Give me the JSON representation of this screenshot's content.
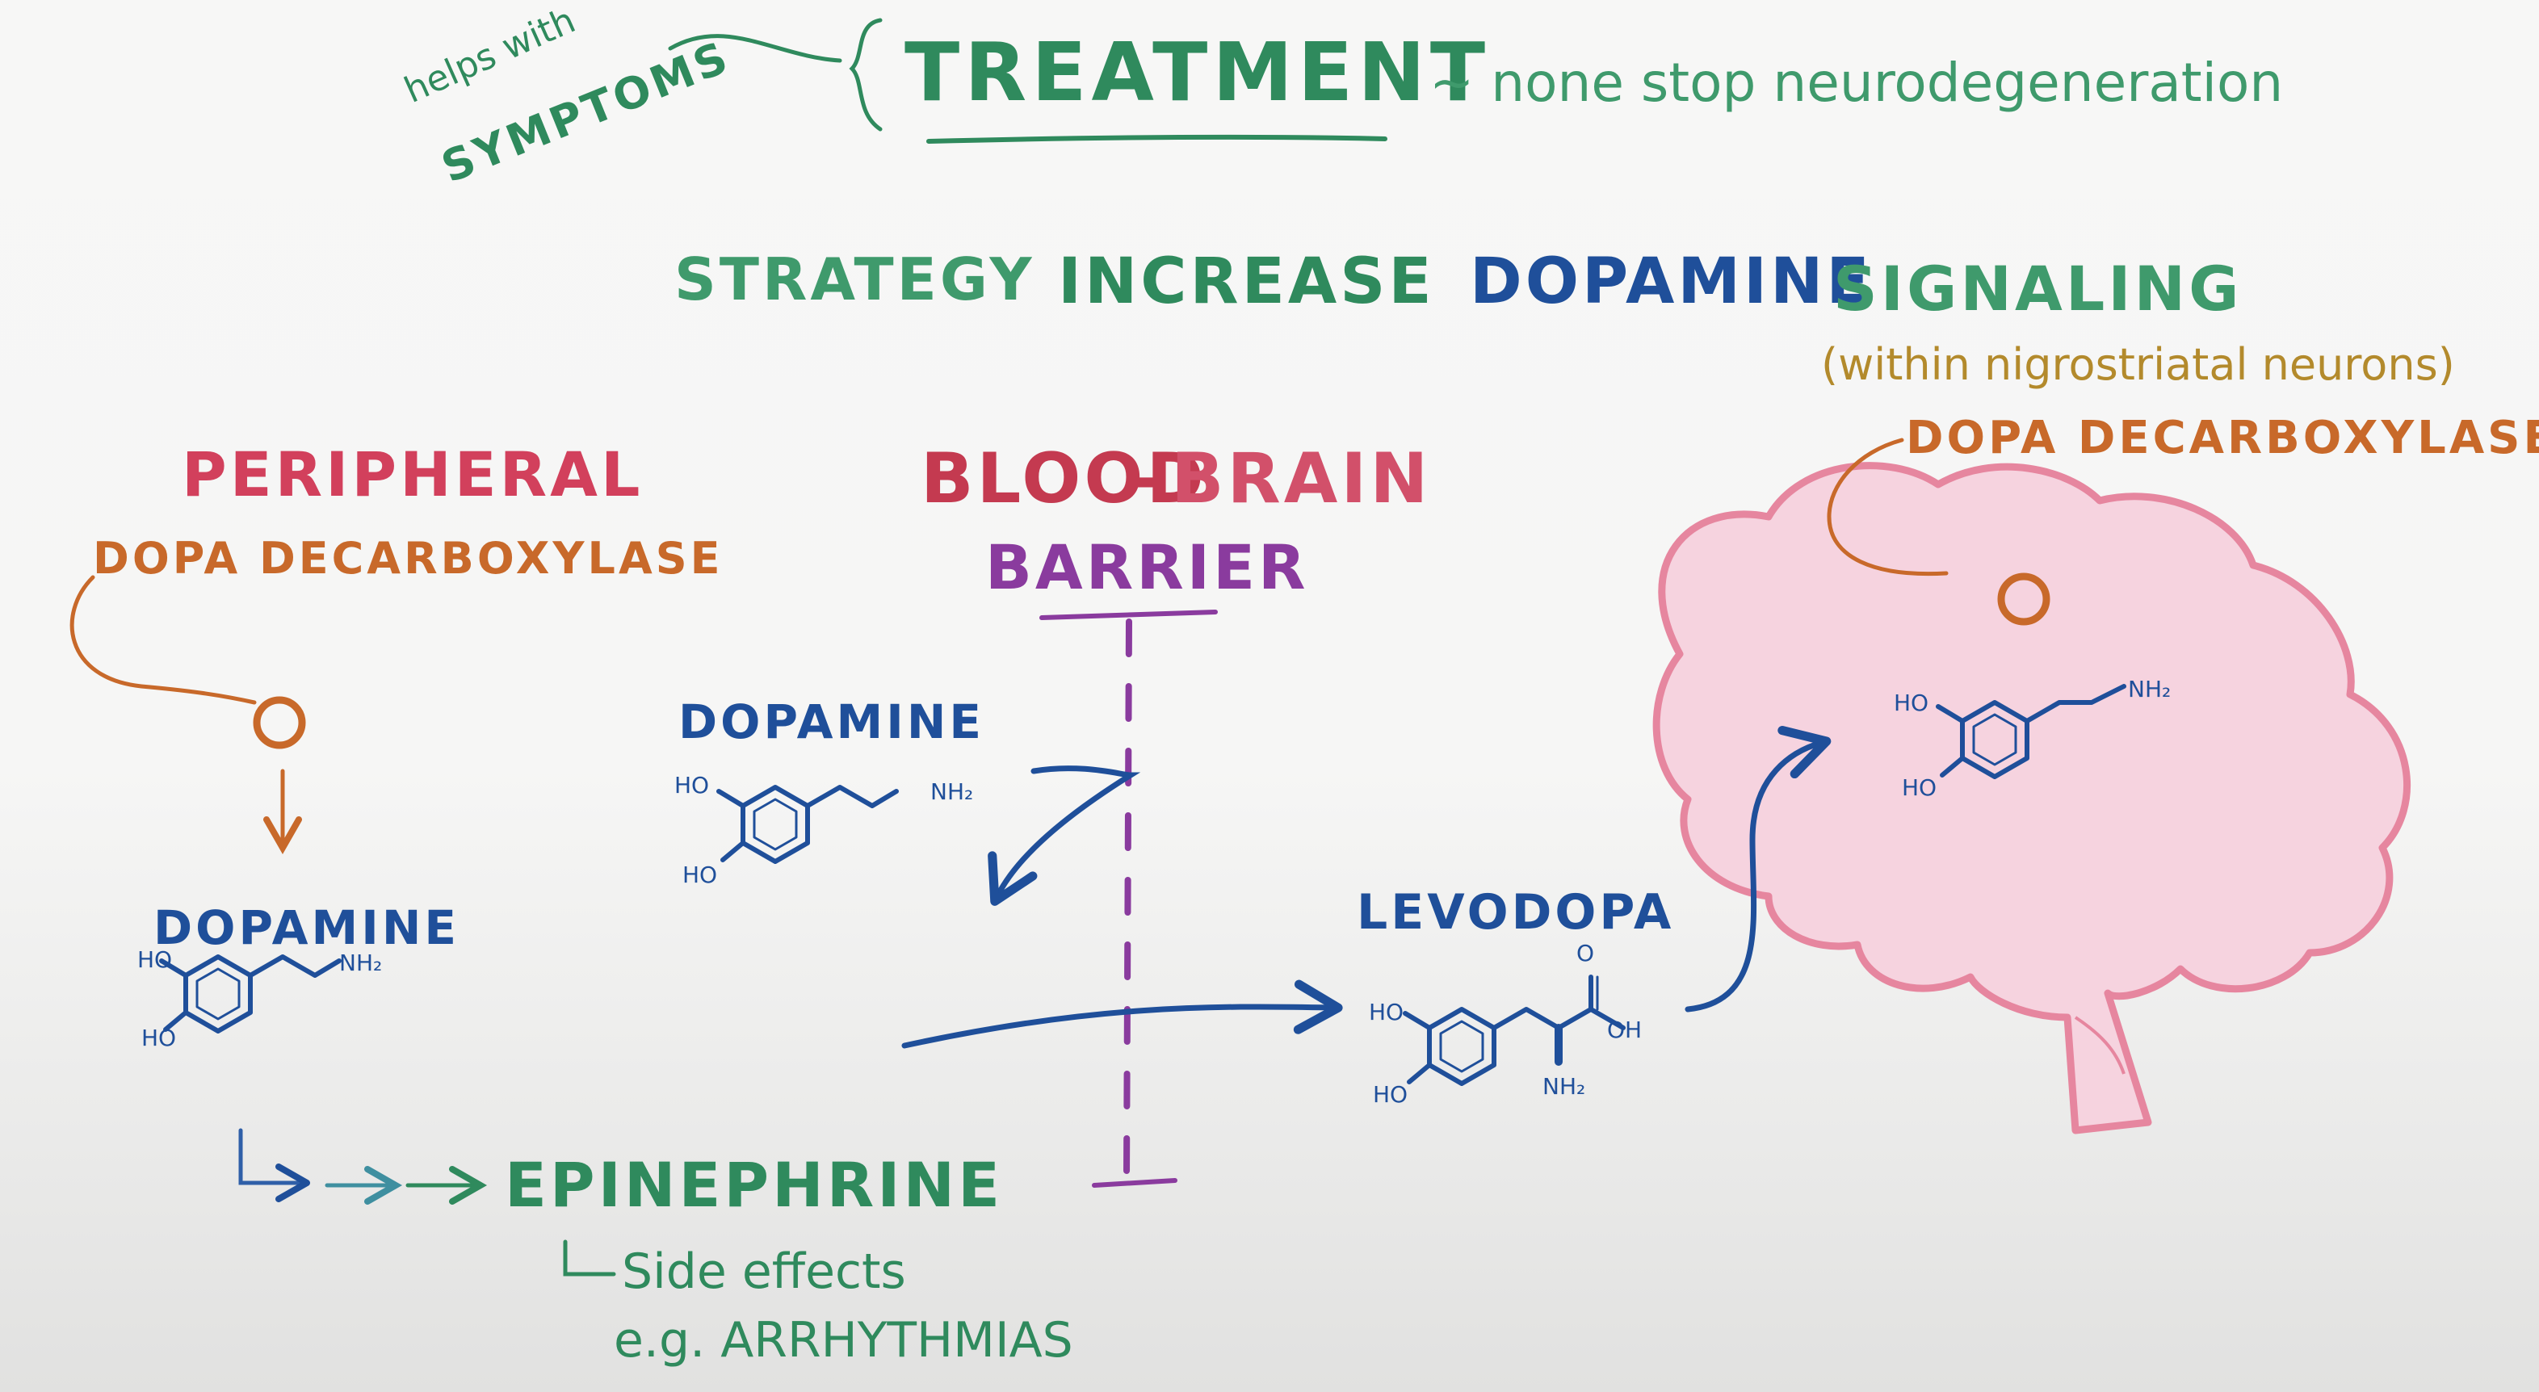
{
  "header": {
    "helps_with": "helps with",
    "symptoms": "SYMPTOMS",
    "treatment": "TREATMENT",
    "none_stop": "~ none stop neurodegeneration"
  },
  "strategy": {
    "prefix": "STRATEGY :",
    "increase": "INCREASE",
    "dopamine": "DOPAMINE",
    "signaling": "SIGNALING",
    "note": "(within nigrostriatal neurons)"
  },
  "left": {
    "peripheral": "PERIPHERAL",
    "enzyme": "DOPA DECARBOXYLASE",
    "product": "DOPAMINE",
    "epinephrine": "EPINEPHRINE",
    "side_effects": "Side effects",
    "example": "e.g. ARRHYTHMIAS"
  },
  "barrier": {
    "blood": "BLOOD",
    "dash": "-",
    "brain": "BRAIN",
    "barrier": "BARRIER",
    "dopamine": "DOPAMINE"
  },
  "right": {
    "enzyme": "DOPA DECARBOXYLASE",
    "levodopa": "LEVODOPA"
  },
  "molecule_labels": {
    "ho": "HO",
    "nh2": "NH₂",
    "oh": "OH",
    "o": "O"
  },
  "colors": {
    "green": "#2f8a5d",
    "blue": "#1f4f9a",
    "red": "#c8405b",
    "purple": "#8a3b9e",
    "orange": "#c8692a",
    "gold": "#b38a2c",
    "brain_fill": "#f6d3df",
    "brain_stroke": "#e6869f"
  }
}
